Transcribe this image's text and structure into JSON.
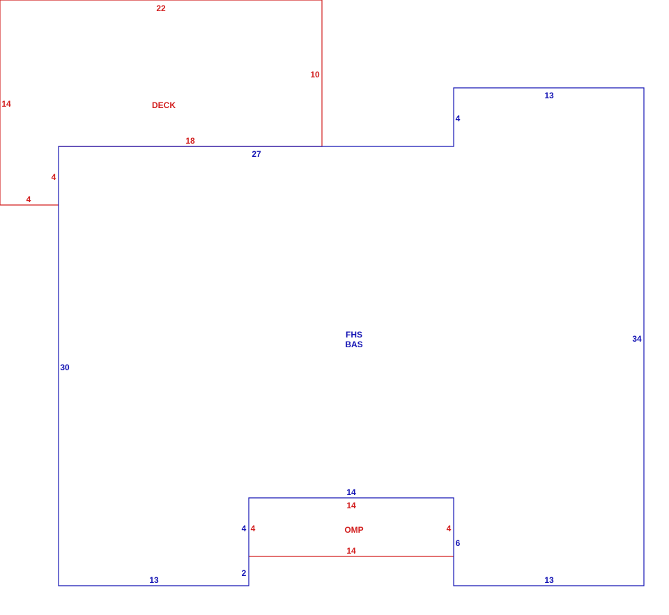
{
  "colors": {
    "main": "#1414b4",
    "deck": "#d21e1e"
  },
  "areas": {
    "main_code": "FHS",
    "main_sub": "BAS",
    "deck": "DECK",
    "porch": "OMP"
  },
  "dims": {
    "main_top_left": "27",
    "main_notch_up": "4",
    "main_top_right": "13",
    "main_right": "34",
    "main_bottom_right": "13",
    "main_step_right": "6",
    "main_porch_top": "14",
    "main_step_left_upper": "4",
    "main_step_left_lower": "2",
    "main_bottom_left": "13",
    "main_left": "30",
    "deck_top": "22",
    "deck_right": "10",
    "deck_bottom": "18",
    "deck_left_outer": "14",
    "deck_bottom_small": "4",
    "deck_left_inner": "4",
    "porch_top": "14",
    "porch_bottom": "14",
    "porch_left": "4",
    "porch_right": "4"
  }
}
